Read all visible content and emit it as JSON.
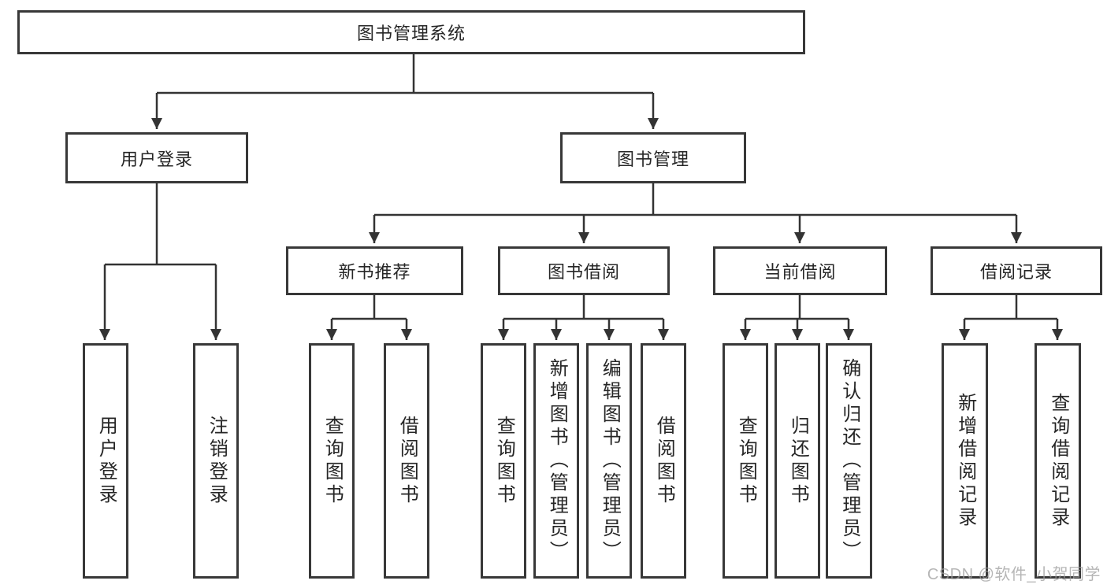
{
  "diagram": {
    "type": "hierarchy-tree",
    "nodes": {
      "root": {
        "label": "图书管理系统"
      },
      "branches": [
        {
          "label": "用户登录"
        },
        {
          "label": "图书管理"
        }
      ],
      "modules": [
        {
          "label": "新书推荐"
        },
        {
          "label": "图书借阅"
        },
        {
          "label": "当前借阅"
        },
        {
          "label": "借阅记录"
        }
      ],
      "functions": [
        {
          "label": "用户登录"
        },
        {
          "label": "注销登录"
        },
        {
          "label": "查询图书"
        },
        {
          "label": "借阅图书"
        },
        {
          "label": "查询图书"
        },
        {
          "label": "新增图书（管理员）"
        },
        {
          "label": "编辑图书（管理员）"
        },
        {
          "label": "借阅图书"
        },
        {
          "label": "查询图书"
        },
        {
          "label": "归还图书"
        },
        {
          "label": "确认归还（管理员）"
        },
        {
          "label": "新增借阅记录"
        },
        {
          "label": "查询借阅记录"
        }
      ]
    },
    "colors": {
      "box_border": "#383838",
      "connector": "#333333",
      "text": "#262626",
      "watermark": "#9e9e9e",
      "background": "#ffffff"
    }
  },
  "watermark": {
    "text": "CSDN @软件_小贺同学"
  }
}
